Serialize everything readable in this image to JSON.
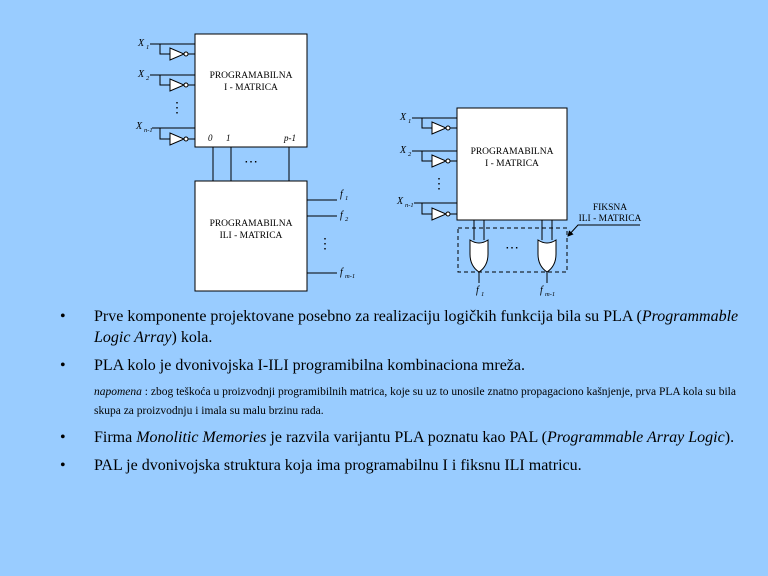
{
  "diagram_left": {
    "inputs": [
      {
        "name": "X",
        "index": "1"
      },
      {
        "name": "X",
        "index": "2"
      },
      {
        "name": "X",
        "index": "n-1"
      }
    ],
    "and_matrix_label": [
      "PROGRAMABILNA",
      "I - MATRICA"
    ],
    "columns": [
      "0",
      "1",
      "p-1"
    ],
    "or_matrix_label": [
      "PROGRAMABILNA",
      "ILI - MATRICA"
    ],
    "outputs": [
      {
        "name": "f",
        "index": "1"
      },
      {
        "name": "f",
        "index": "2"
      },
      {
        "name": "f",
        "index": "m-1"
      }
    ],
    "dots": "⋯",
    "vdots": "⋮"
  },
  "diagram_right": {
    "inputs": [
      {
        "name": "X",
        "index": "1"
      },
      {
        "name": "X",
        "index": "2"
      },
      {
        "name": "X",
        "index": "n-1"
      }
    ],
    "and_matrix_label": [
      "PROGRAMABILNA",
      "I - MATRICA"
    ],
    "fixed_or_label": [
      "FIKSNA",
      "ILI - MATRICA"
    ],
    "outputs": [
      {
        "name": "f",
        "index": "1"
      },
      {
        "name": "f",
        "index": "m-1"
      }
    ],
    "dots": "⋯",
    "vdots": "⋮"
  },
  "bullets": {
    "bullet_symbol": "•",
    "b1_text": "Prve komponente projektovane posebno za realizaciju logičkih funkcija bila su PLA (",
    "b1_em": "Programmable Logic Array",
    "b1_end": ") kola.",
    "b2_text": "PLA kolo je dvonivojska I-ILI programibilna kombinaciona mreža.",
    "note_em": "napomena",
    "note_text": " : zbog teškoća u proizvodnji programibilnih matrica, koje su uz to unosile znatno propagaciono kašnjenje, prva PLA kola su bila skupa za proizvodnju i imala su malu brzinu rada.",
    "b3_text": "Firma ",
    "b3_em": "Monolitic Memories",
    "b3_mid": " je razvila varijantu PLA poznatu kao PAL (",
    "b3_em2": "Programmable Array Logic",
    "b3_end": ").",
    "b4_text": "PAL je dvonivojska struktura koja ima programabilnu I i fiksnu ILI matricu."
  }
}
